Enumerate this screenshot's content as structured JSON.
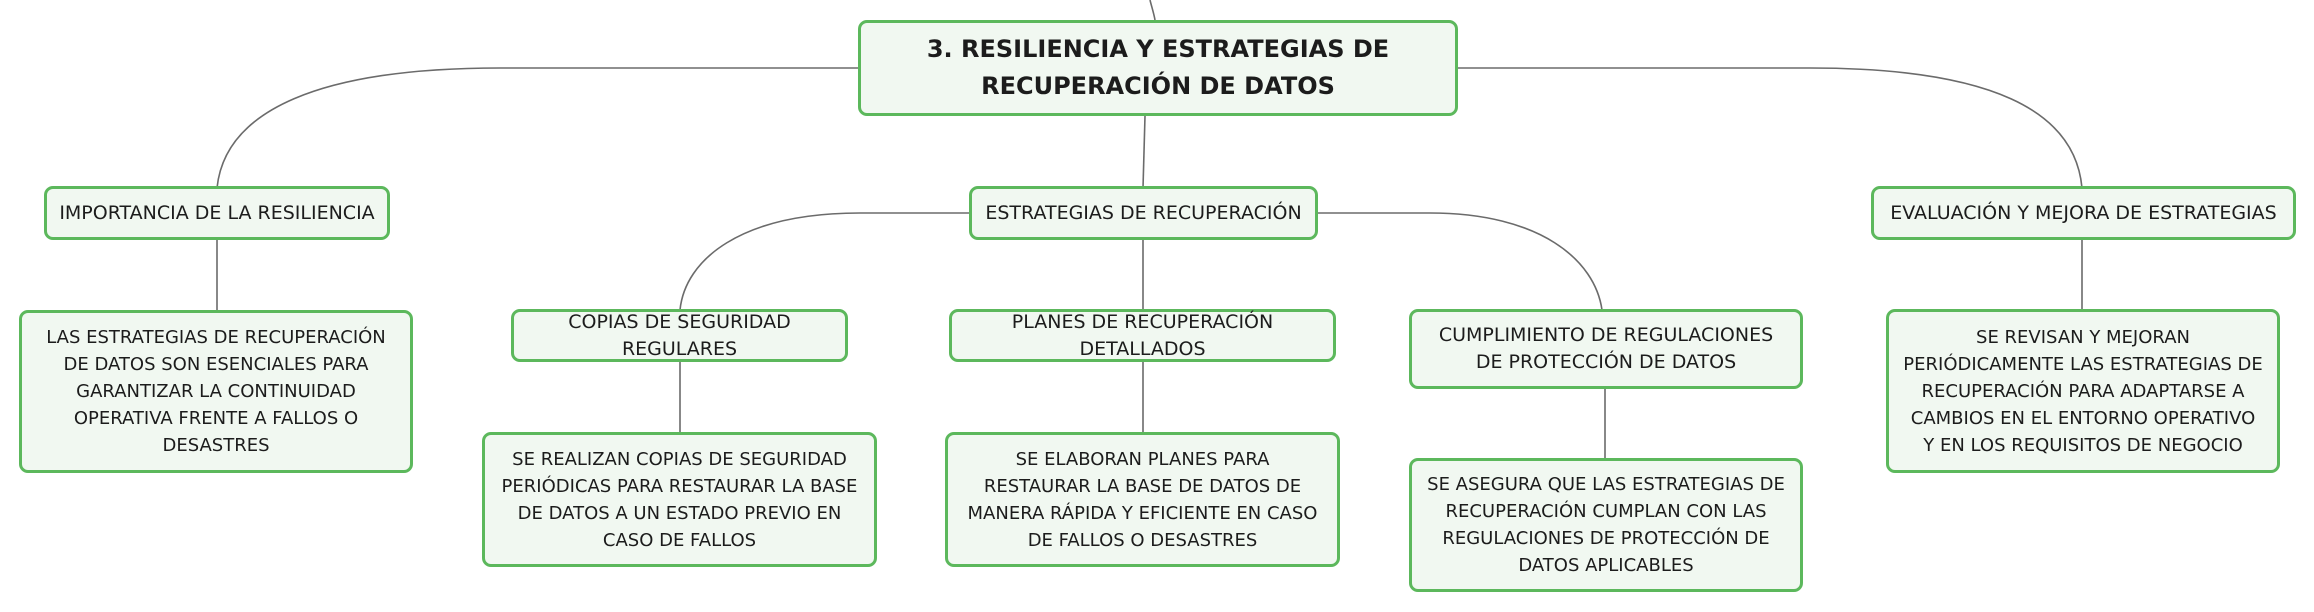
{
  "root": {
    "title": "3. RESILIENCIA Y ESTRATEGIAS DE RECUPERACIÓN DE DATOS"
  },
  "branches": {
    "importancia": {
      "title": "IMPORTANCIA DE LA RESILIENCIA",
      "detail": "LAS ESTRATEGIAS DE RECUPERACIÓN DE DATOS SON ESENCIALES PARA GARANTIZAR LA CONTINUIDAD OPERATIVA FRENTE A FALLOS O DESASTRES"
    },
    "estrategias": {
      "title": "ESTRATEGIAS DE RECUPERACIÓN",
      "children": {
        "copias": {
          "title": "COPIAS DE SEGURIDAD REGULARES",
          "detail": "SE REALIZAN COPIAS DE SEGURIDAD PERIÓDICAS PARA RESTAURAR LA BASE DE DATOS A UN ESTADO PREVIO EN CASO DE FALLOS"
        },
        "planes": {
          "title": "PLANES DE RECUPERACIÓN DETALLADOS",
          "detail": "SE ELABORAN PLANES PARA RESTAURAR LA BASE DE DATOS DE MANERA RÁPIDA Y EFICIENTE EN CASO DE FALLOS O DESASTRES"
        },
        "cumplimiento": {
          "title": "CUMPLIMIENTO DE REGULACIONES DE PROTECCIÓN DE DATOS",
          "detail": "SE ASEGURA QUE LAS ESTRATEGIAS DE RECUPERACIÓN CUMPLAN CON LAS REGULACIONES DE PROTECCIÓN DE DATOS APLICABLES"
        }
      }
    },
    "evaluacion": {
      "title": "EVALUACIÓN Y MEJORA DE ESTRATEGIAS",
      "detail": "SE REVISAN Y MEJORAN PERIÓDICAMENTE LAS ESTRATEGIAS DE RECUPERACIÓN PARA ADAPTARSE A CAMBIOS EN EL ENTORNO OPERATIVO Y EN LOS REQUISITOS DE NEGOCIO"
    }
  },
  "colors": {
    "node_border": "#5cb85c",
    "node_fill": "#f1f8f1",
    "connector": "#6b6b6b",
    "text": "#1c1c1c"
  }
}
